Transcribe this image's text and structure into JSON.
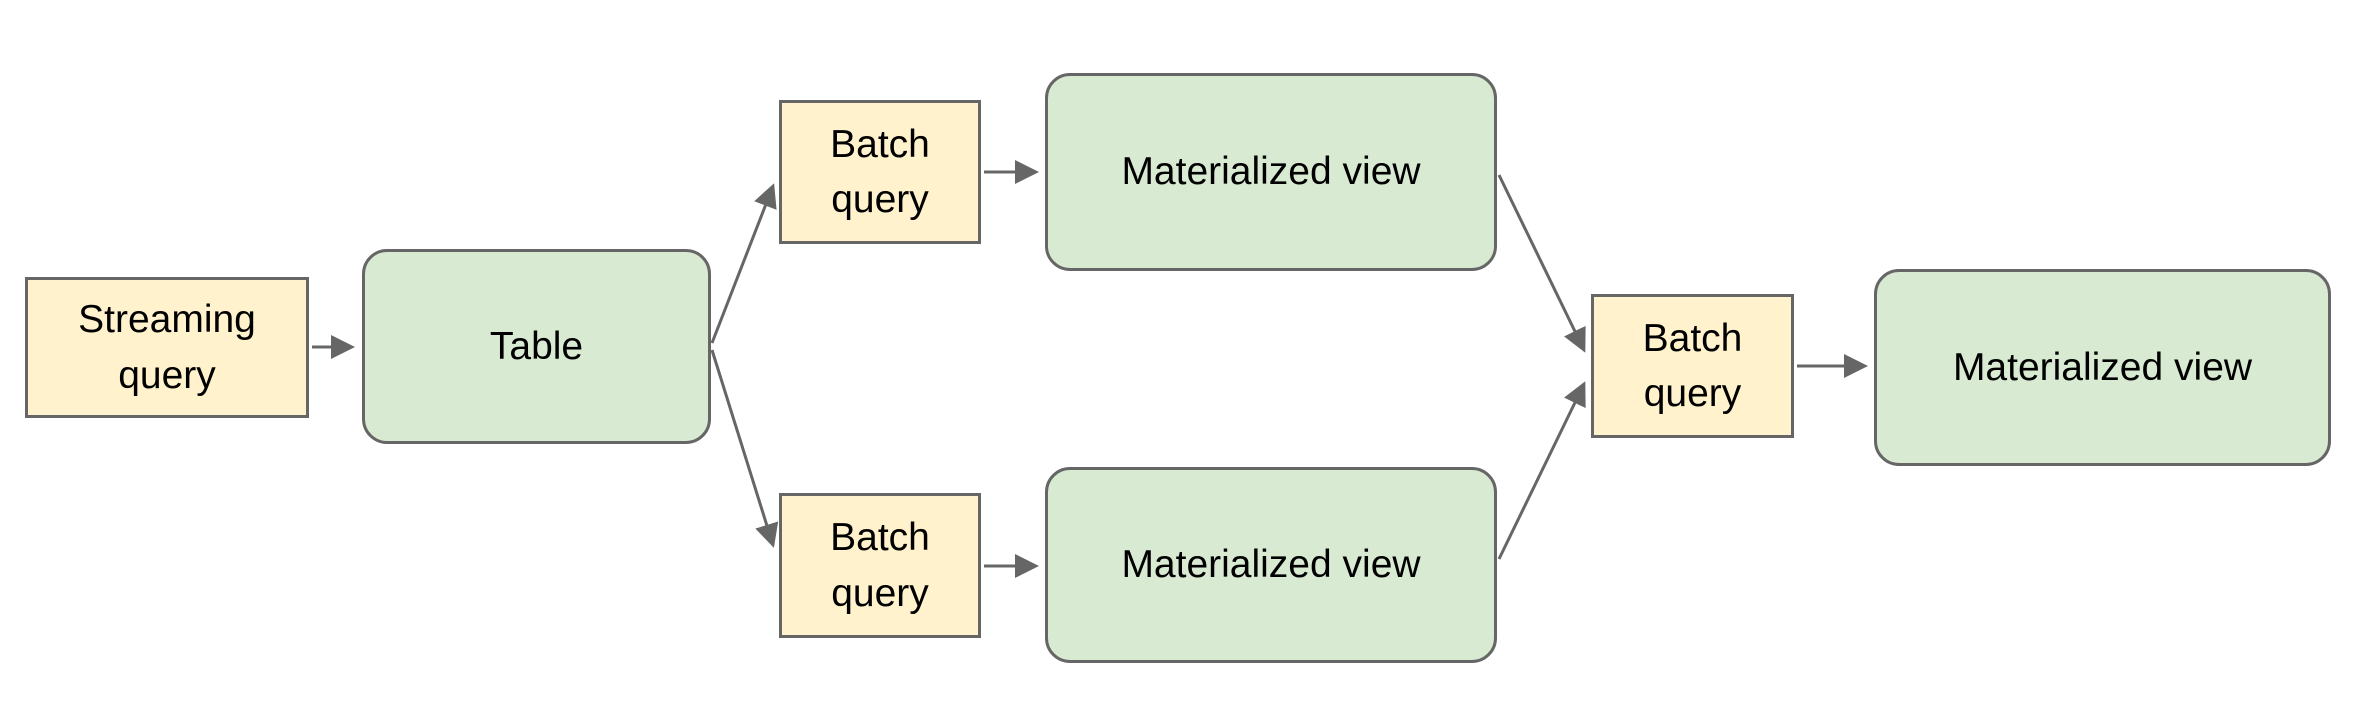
{
  "theme": {
    "query_fill": "#fff2cc",
    "view_fill": "#d9ead3",
    "node_border": "#666666",
    "arrow_color": "#666666",
    "text_color": "#000000",
    "canvas_bg": "#ffffff"
  },
  "nodes": [
    {
      "id": "streaming-query",
      "label": "Streaming query",
      "kind": "query"
    },
    {
      "id": "table",
      "label": "Table",
      "kind": "view"
    },
    {
      "id": "batch-query-top",
      "label": "Batch query",
      "kind": "query"
    },
    {
      "id": "materialized-view-top",
      "label": "Materialized view",
      "kind": "view"
    },
    {
      "id": "batch-query-bottom",
      "label": "Batch query",
      "kind": "query"
    },
    {
      "id": "materialized-view-bottom",
      "label": "Materialized view",
      "kind": "view"
    },
    {
      "id": "batch-query-right",
      "label": "Batch query",
      "kind": "query"
    },
    {
      "id": "materialized-view-right",
      "label": "Materialized view",
      "kind": "view"
    }
  ],
  "edges": [
    {
      "from": "streaming-query",
      "to": "table"
    },
    {
      "from": "table",
      "to": "batch-query-top"
    },
    {
      "from": "table",
      "to": "batch-query-bottom"
    },
    {
      "from": "batch-query-top",
      "to": "materialized-view-top"
    },
    {
      "from": "batch-query-bottom",
      "to": "materialized-view-bottom"
    },
    {
      "from": "materialized-view-top",
      "to": "batch-query-right"
    },
    {
      "from": "materialized-view-bottom",
      "to": "batch-query-right"
    },
    {
      "from": "batch-query-right",
      "to": "materialized-view-right"
    }
  ]
}
